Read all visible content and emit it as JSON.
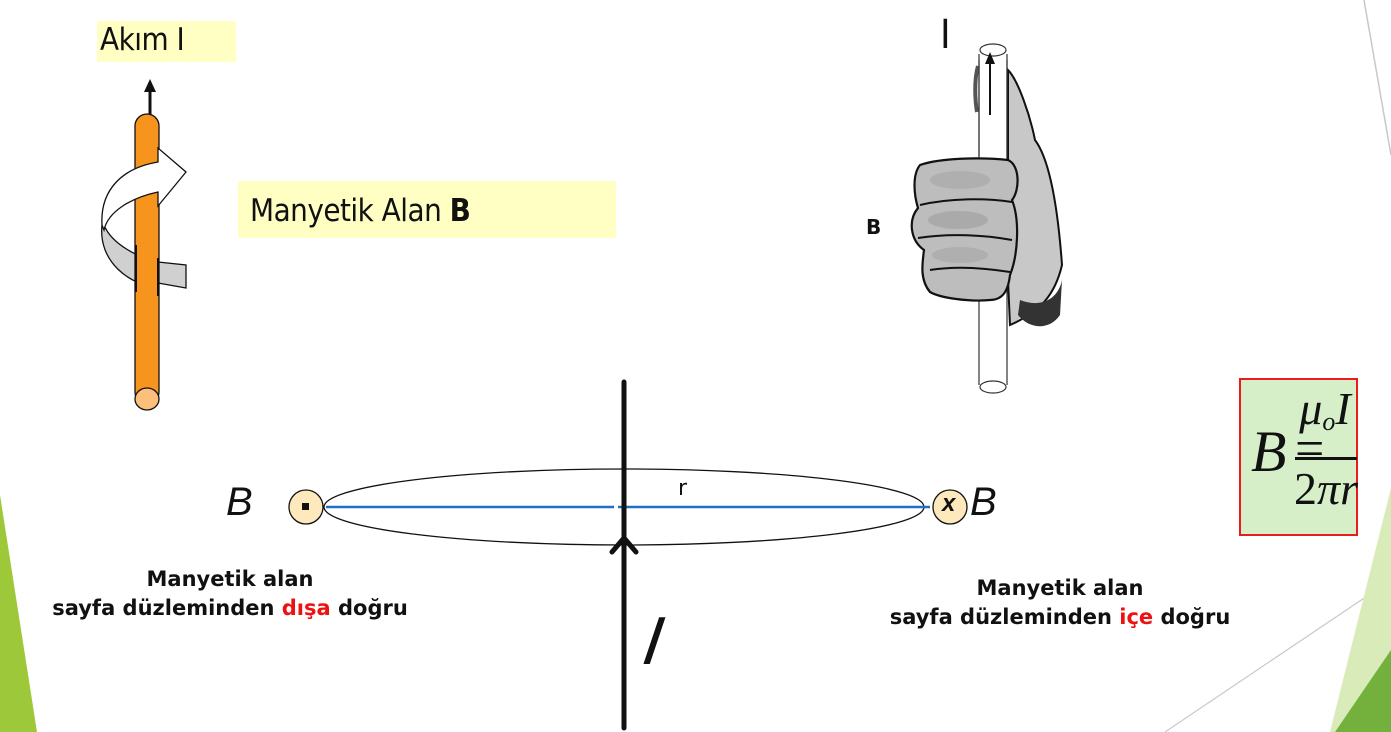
{
  "slide": {
    "background": "#ffffff",
    "accent_colors": {
      "green_dark": "#73b13c",
      "green_light": "#d9ebb8",
      "green_left": "#9dc83a",
      "highlight_yellow": "#ffffc4",
      "wire_orange": "#f7941d",
      "formula_bg": "#d6efc8",
      "formula_border": "#e81c1c",
      "radius_line_blue": "#1f6fc4",
      "emphasis_red": "#ee1111"
    }
  },
  "wire_diagram": {
    "current_label": "Akım I",
    "field_label_prefix": "Manyetik Alan ",
    "field_label_bold": "B"
  },
  "right_hand_rule": {
    "current_label": "I",
    "field_label": "B"
  },
  "field_diagram": {
    "left_symbol": "B",
    "right_symbol": "B",
    "left_marker": "dot",
    "right_marker": "x",
    "radius_label": "r",
    "current_label": "I"
  },
  "captions": {
    "left": {
      "line1": "Manyetik alan",
      "line2_before": "sayfa düzleminden ",
      "line2_emphasis": "dışa",
      "line2_after": " doğru"
    },
    "right": {
      "line1": "Manyetik alan",
      "line2_before": "sayfa düzleminden ",
      "line2_emphasis": "içe",
      "line2_after": " doğru"
    }
  },
  "formula": {
    "lhs": "B",
    "equals": "=",
    "numerator_mu": "μ",
    "numerator_sub": "o",
    "numerator_I": "I",
    "denominator_2": "2",
    "denominator_pi": "π",
    "denominator_r": "r"
  }
}
